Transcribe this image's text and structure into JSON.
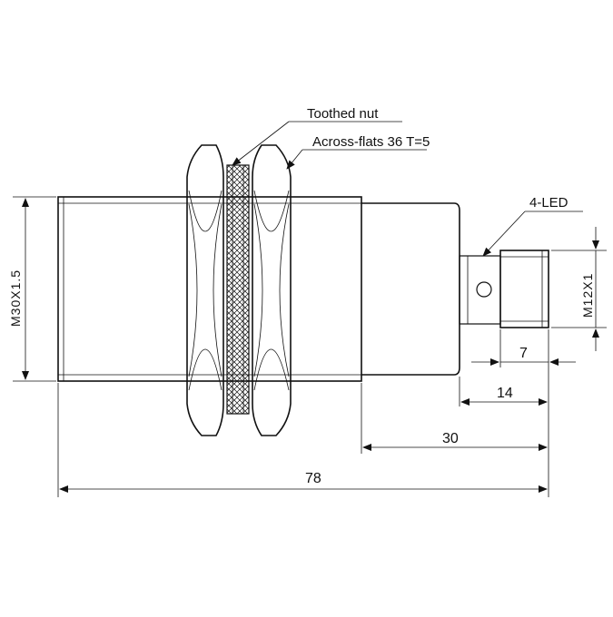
{
  "labels": {
    "toothed_nut": "Toothed nut",
    "across_flats": "Across-flats 36 T=5",
    "led": "4-LED",
    "thread_main": "M30X1.5",
    "thread_connector": "M12X1"
  },
  "dimensions": {
    "overall_length": "78",
    "rear_length": "30",
    "connector_length": "14",
    "thread_length": "7"
  },
  "colors": {
    "line": "#111111",
    "background": "#ffffff"
  }
}
